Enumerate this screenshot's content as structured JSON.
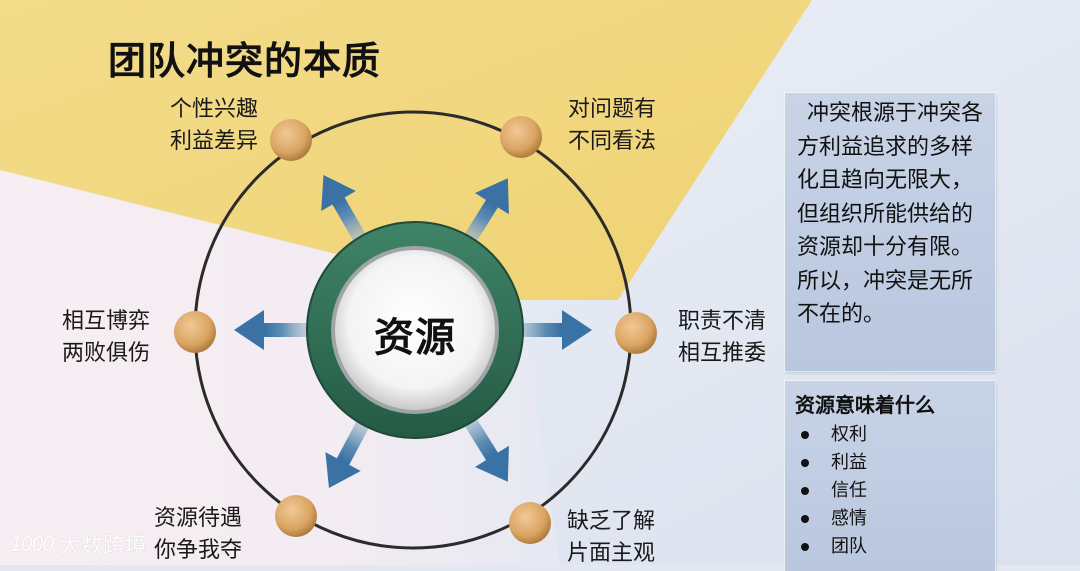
{
  "title": "团队冲突的本质",
  "hub": {
    "label": "资源",
    "ring_color": "#2f6e55"
  },
  "nodes": [
    {
      "position": "top-left",
      "line1": "个性兴趣",
      "line2": "利益差异"
    },
    {
      "position": "top-right",
      "line1": "对问题有",
      "line2": "不同看法"
    },
    {
      "position": "left",
      "line1": "相互博弈",
      "line2": "两败俱伤"
    },
    {
      "position": "right",
      "line1": "职责不清",
      "line2": "相互推委"
    },
    {
      "position": "bottom-left",
      "line1": "资源待遇",
      "line2": "你争我夺"
    },
    {
      "position": "bottom-right",
      "line1": "缺乏了解",
      "line2": "片面主观"
    }
  ],
  "explanation_box": {
    "text": "冲突根源于冲突各方利益追求的多样化且趋向无限大，但组织所能供给的资源却十分有限。所以，冲突是无所不在的。"
  },
  "resources_box": {
    "heading": "资源意味着什么",
    "items": [
      "权利",
      "利益",
      "信任",
      "感情",
      "团队"
    ]
  },
  "watermark": {
    "logo": "1000",
    "text": "大数跨境"
  },
  "colors": {
    "yellow_band": "#f0d57a",
    "pink_area": "#f6eef3",
    "blue_area": "#e4e8f2",
    "node_fill": "#d9a868",
    "arrow": "#4b7fae",
    "box_fill": "#bfcbe2"
  }
}
